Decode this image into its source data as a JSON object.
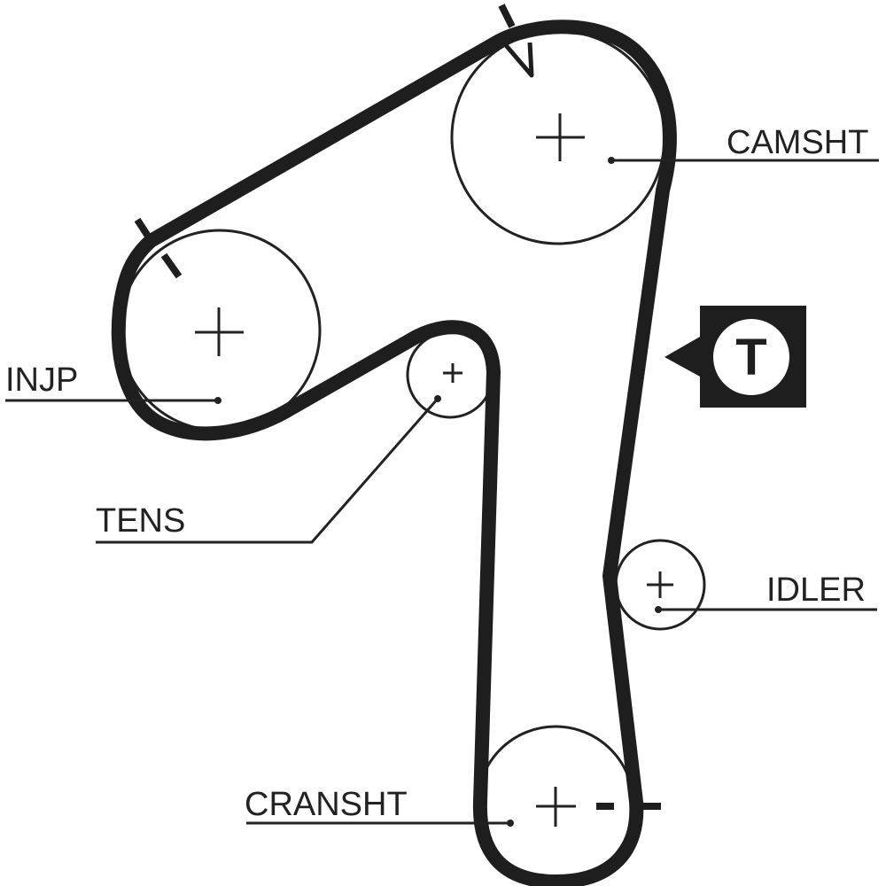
{
  "title": "Timing belt routing diagram",
  "colors": {
    "belt": "#1e1e1e",
    "line": "#222222",
    "background": "#ffffff",
    "badge_fill": "#1e1e1e",
    "badge_circle": "#ffffff"
  },
  "pulleys": [
    {
      "id": "camshaft",
      "label": "CAMSHT"
    },
    {
      "id": "injection-pump",
      "label": "INJP"
    },
    {
      "id": "tensioner",
      "label": "TENS"
    },
    {
      "id": "idler",
      "label": "IDLER"
    },
    {
      "id": "crankshaft",
      "label": "CRANSHT"
    }
  ],
  "tensioner_badge": {
    "letter": "T"
  },
  "center_mark_symbol": "+"
}
